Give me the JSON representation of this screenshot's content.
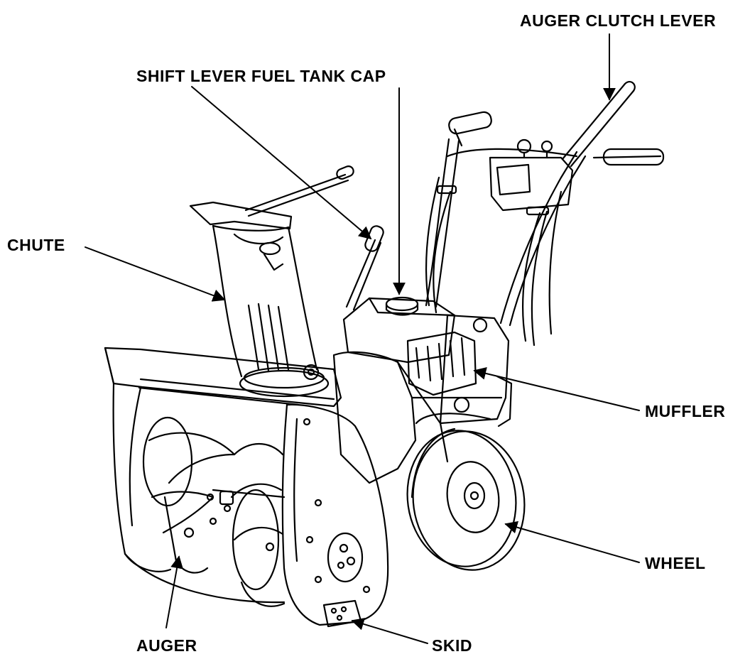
{
  "labels": {
    "auger_clutch_lever": "AUGER CLUTCH LEVER",
    "shift_lever_fuel_tank_cap": "SHIFT LEVER FUEL TANK CAP",
    "chute": "CHUTE",
    "muffler": "MUFFLER",
    "wheel": "WHEEL",
    "auger": "AUGER",
    "skid": "SKID"
  },
  "colors": {
    "ink": "#000000",
    "paper": "#ffffff"
  }
}
